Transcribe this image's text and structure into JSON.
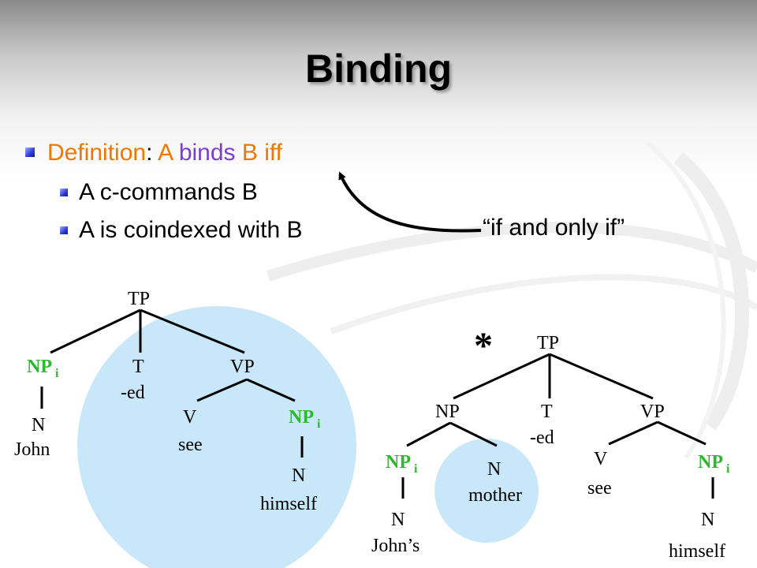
{
  "slide": {
    "title": "Binding",
    "definition": {
      "label": "Definition",
      "colon": ":",
      "a1": "A",
      "binds": "binds",
      "rest": "B iff"
    },
    "conditions": [
      "A c-commands B",
      "A is coindexed with B"
    ],
    "iff_note": "“if and only if”"
  },
  "trees": {
    "left": {
      "tp": "TP",
      "np_subject": "NP",
      "np_subject_index": "i",
      "n_subject": "N",
      "john": "John",
      "t": "T",
      "ed": "-ed",
      "vp": "VP",
      "v": "V",
      "see": "see",
      "np_object": "NP",
      "np_object_index": "i",
      "n_object": "N",
      "himself": "himself"
    },
    "right": {
      "star": "*",
      "tp": "TP",
      "np": "NP",
      "t": "T",
      "ed": "-ed",
      "vp": "VP",
      "np_possessor": "NP",
      "np_possessor_index": "i",
      "n_possessor": "N",
      "johns": "John’s",
      "n_head": "N",
      "mother": "mother",
      "v": "V",
      "see": "see",
      "np_object": "NP",
      "np_object_index": "i",
      "n_object": "N",
      "himself": "himself"
    }
  },
  "colors": {
    "definition": "#f07800",
    "binds": "#7a3fd0",
    "coindexed": "#2db82d",
    "bubble": "#c8e8fa",
    "bullet": "#2a3ad8"
  }
}
